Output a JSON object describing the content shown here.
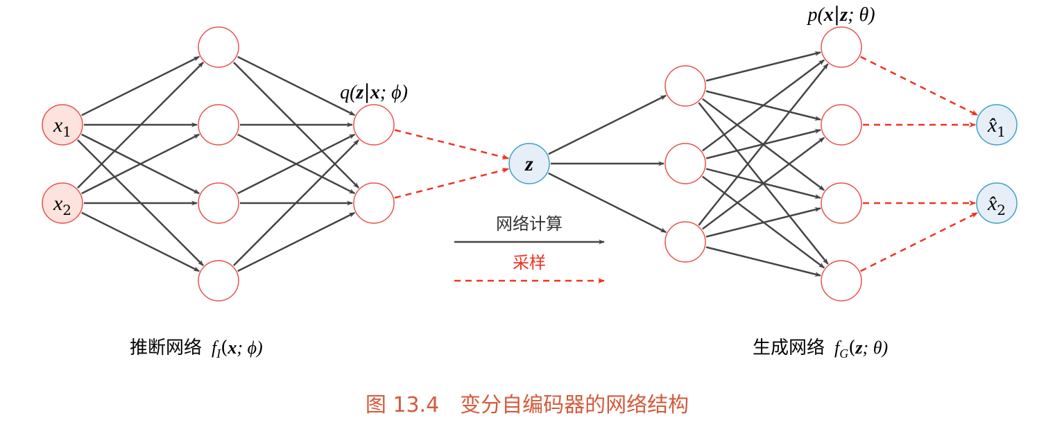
{
  "colors": {
    "node_stroke": "#e8504a",
    "input_fill": "#fde3dd",
    "latent_fill": "#e6eef7",
    "latent_stroke": "#3aa0cc",
    "arrow": "#444444",
    "sample_arrow": "#ee3322",
    "caption": "#d45a3c"
  },
  "nodes": {
    "x1": {
      "base": "x",
      "sub": "1"
    },
    "x2": {
      "base": "x",
      "sub": "2"
    },
    "z": "z",
    "xh1": {
      "base": "x̂",
      "sub": "1"
    },
    "xh2": {
      "base": "x̂",
      "sub": "2"
    }
  },
  "labels": {
    "q_dist": {
      "pre": "q(",
      "z": "z",
      "bar": "|",
      "x": "x",
      "post": "; ϕ)"
    },
    "p_dist": {
      "pre": "p(",
      "x": "x",
      "bar": "|",
      "z": "z",
      "post": "; θ)"
    },
    "inference": {
      "cjk": "推断网络",
      "f": "f",
      "sub": "I",
      "open": "(",
      "x": "x",
      "post": "; ϕ)"
    },
    "generative": {
      "cjk": "生成网络",
      "f": "f",
      "sub": "G",
      "open": "(",
      "z": "z",
      "post": "; θ)"
    }
  },
  "legend": {
    "compute": "网络计算",
    "sample": "采样"
  },
  "caption": "图 13.4　变分自编码器的网络结构"
}
